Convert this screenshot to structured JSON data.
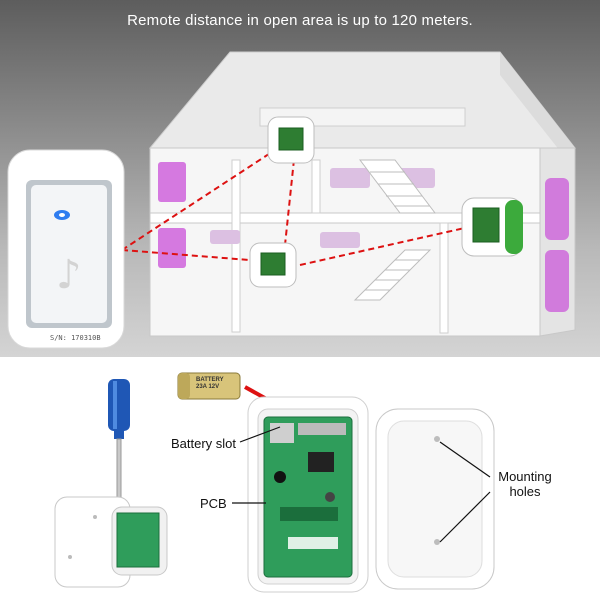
{
  "top": {
    "headline": "Remote distance in open area is up to 120 meters.",
    "transmitter_serial": "S/N: 170310B"
  },
  "bottom": {
    "battery": {
      "label_top": "BATTERY",
      "label_bottom": "23A 12V"
    },
    "callouts": {
      "battery_slot": "Battery slot",
      "pcb": "PCB",
      "mounting_holes_line1": "Mounting",
      "mounting_holes_line2": "holes"
    }
  },
  "colors": {
    "receiver_green": "#2e7d32",
    "accent_purple": "#c94fd8",
    "signal_red": "#d11"
  }
}
